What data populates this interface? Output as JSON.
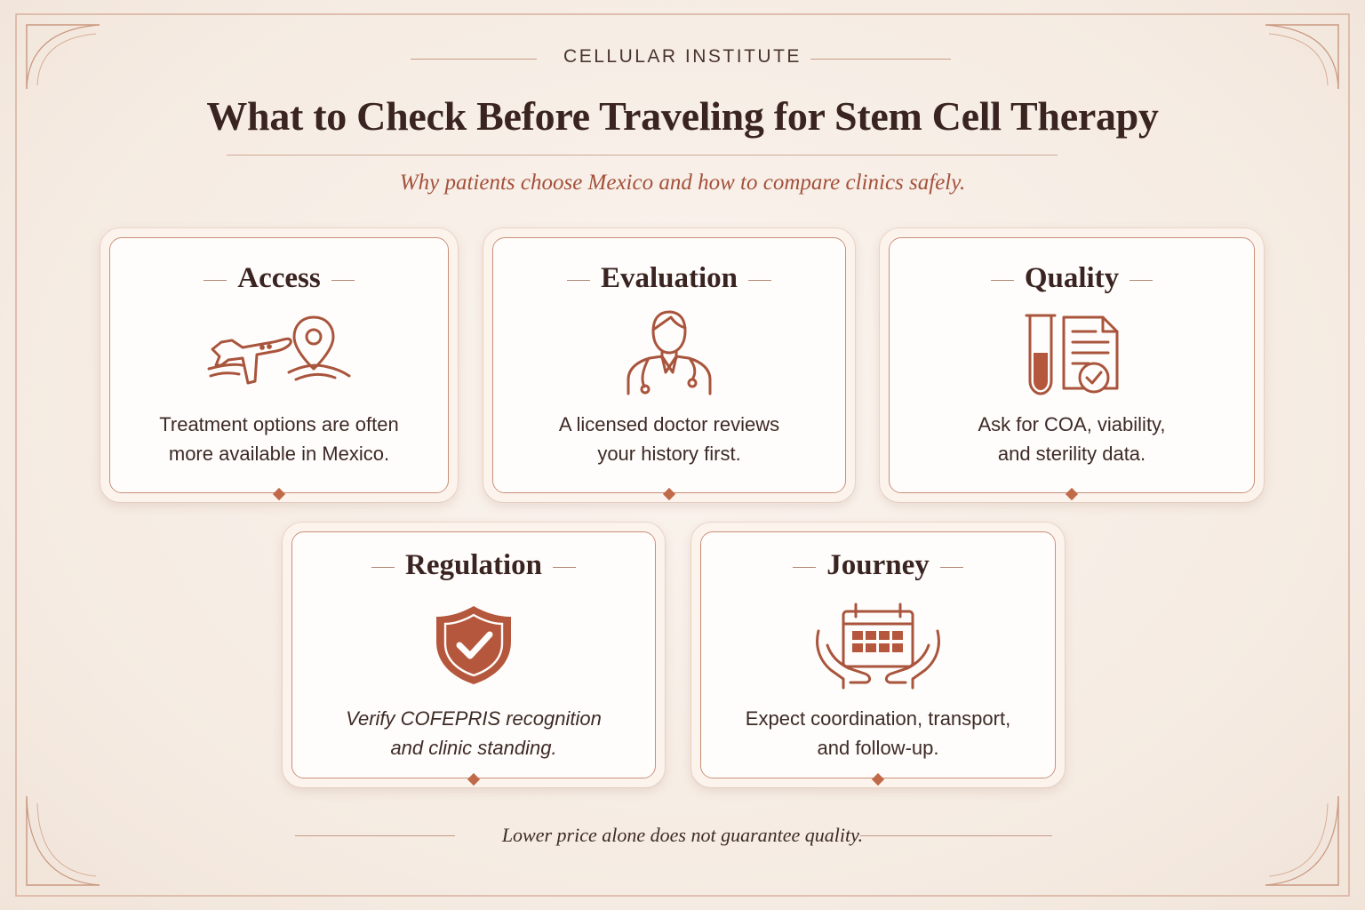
{
  "header": {
    "brand": "CELLULAR INSTITUTE",
    "title": "What to Check Before Traveling for Stem Cell Therapy",
    "subtitle": "Why patients choose Mexico and how to compare clinics safely."
  },
  "cards": [
    {
      "title": "Access",
      "icon": "airplane-location-icon",
      "line1": "Treatment options are often",
      "line2": "more available in Mexico."
    },
    {
      "title": "Evaluation",
      "icon": "doctor-icon",
      "line1": "A licensed doctor reviews",
      "line2": "your history first."
    },
    {
      "title": "Quality",
      "icon": "test-tube-document-icon",
      "line1": "Ask for COA, viability,",
      "line2": "and sterility data."
    },
    {
      "title": "Regulation",
      "icon": "shield-check-icon",
      "line1": "Verify COFEPRIS recognition",
      "line2": "and clinic standing."
    },
    {
      "title": "Journey",
      "icon": "calendar-hands-icon",
      "line1": "Expect coordination, transport,",
      "line2": "and follow-up."
    }
  ],
  "footer": {
    "note": "Lower price alone does not guarantee quality."
  },
  "colors": {
    "accent": "#b5573d",
    "title_text": "#3a2421",
    "border": "#c98f78",
    "background": "#f5ebe2"
  }
}
